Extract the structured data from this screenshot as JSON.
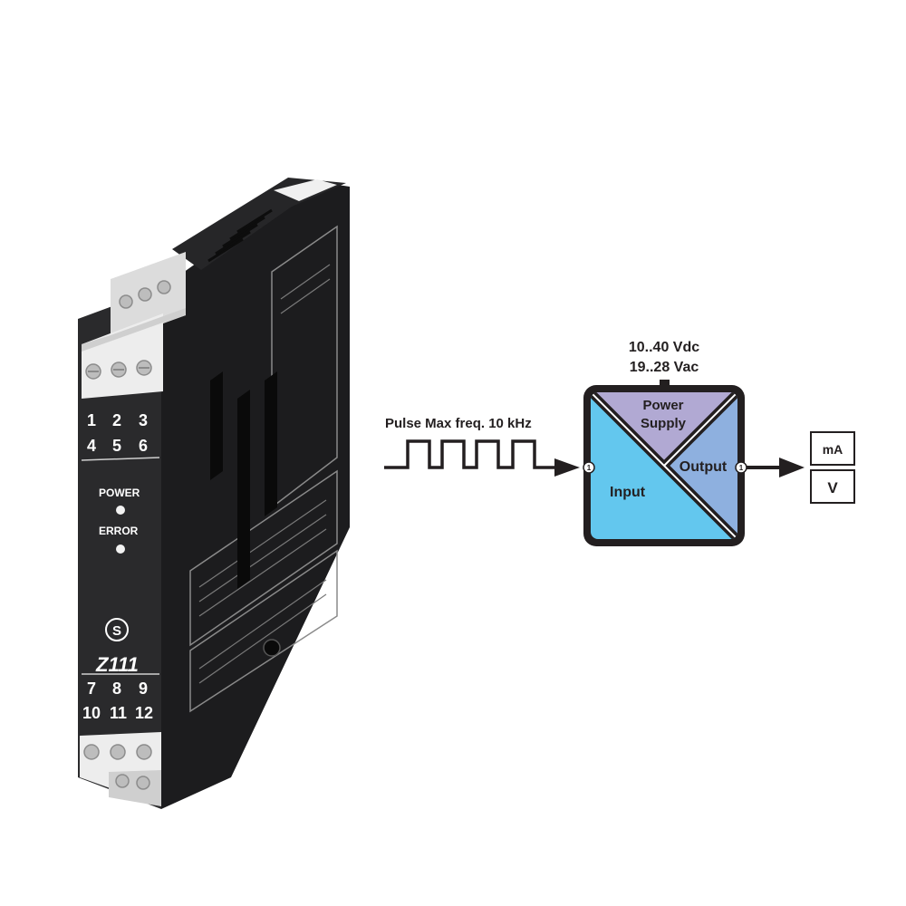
{
  "device": {
    "model": "Z111",
    "brand_logo": "S",
    "terminals_top": [
      "1",
      "2",
      "3",
      "4",
      "5",
      "6"
    ],
    "terminals_bottom": [
      "7",
      "8",
      "9",
      "10",
      "11",
      "12"
    ],
    "leds": [
      {
        "label": "POWER"
      },
      {
        "label": "ERROR"
      }
    ],
    "colors": {
      "body": "#2a2a2c",
      "side": "#1c1c1e",
      "connector": "#e6e6e6"
    }
  },
  "diagram": {
    "supply_line1": "10..40 Vdc",
    "supply_line2": "19..28 Vac",
    "pulse_label": "Pulse Max freq. 10 kHz",
    "power_label_1": "Power",
    "power_label_2": "Supply",
    "input_label": "Input",
    "output_label": "Output",
    "port_marker": "1",
    "outputs": [
      "mA",
      "V"
    ],
    "colors": {
      "input": "#63c7ee",
      "power": "#b1a9d3",
      "output": "#8eb0df",
      "frame": "#231f20"
    }
  }
}
